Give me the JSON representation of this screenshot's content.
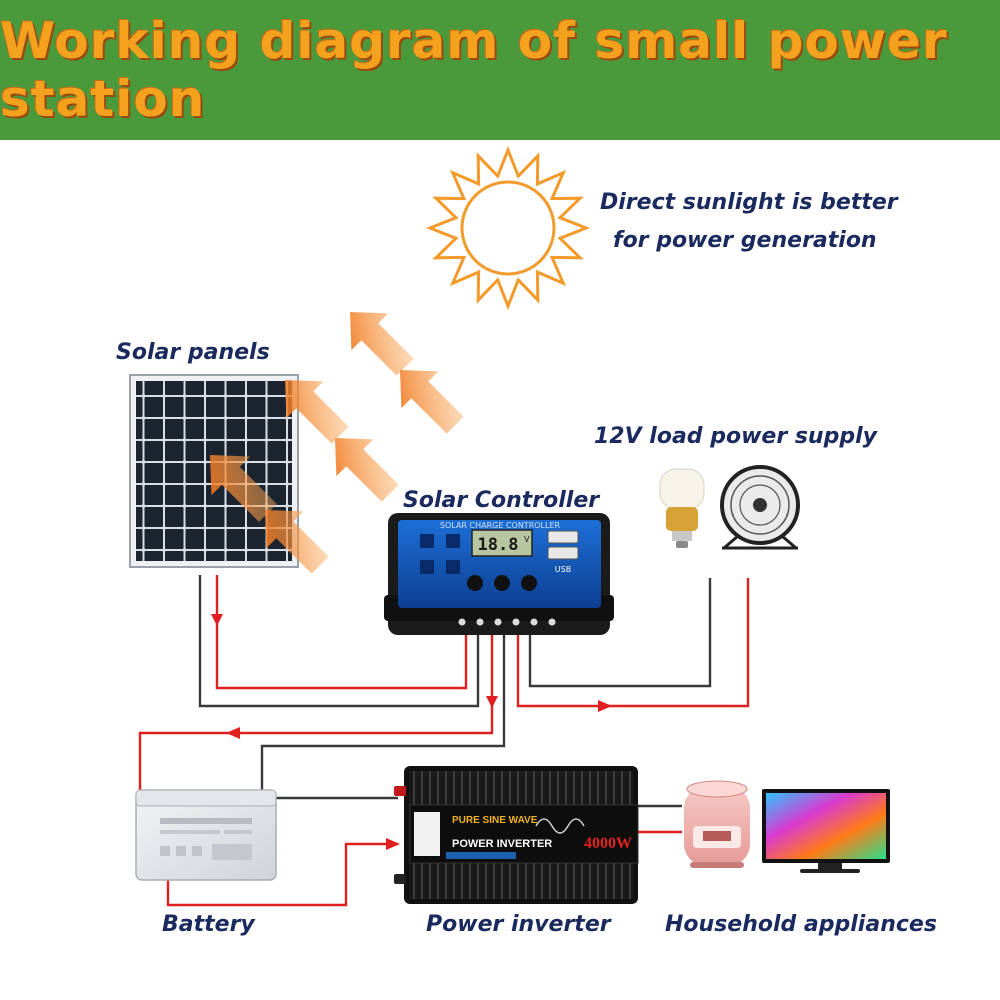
{
  "title": "Working diagram of small power station",
  "labels": {
    "sunlight_line1": "Direct sunlight is better",
    "sunlight_line2": "for power generation",
    "solar_panels": "Solar panels",
    "load": "12V load power supply",
    "controller": "Solar Controller",
    "battery": "Battery",
    "inverter": "Power inverter",
    "appliances": "Household appliances"
  },
  "devices": {
    "controller_header": "SOLAR CHARGE CONTROLLER",
    "controller_display": "18.8",
    "controller_display_unit": "V",
    "controller_usb": "USB",
    "inverter_tag": "PURE SINE WAVE",
    "inverter_name": "POWER INVERTER",
    "inverter_power": "4000W"
  },
  "colors": {
    "banner": "#4a9a3c",
    "title": "#f4a21e",
    "label": "#1b2a5e",
    "sun": "#f39a2b",
    "arrow": "#f07a1c",
    "wire_positive": "#e02020",
    "wire_negative": "#3a3a3a"
  },
  "icons": [
    "sun-icon",
    "sunlight-arrow-icon",
    "bulb-icon",
    "fan-icon",
    "rice-cooker-icon",
    "tv-icon"
  ]
}
